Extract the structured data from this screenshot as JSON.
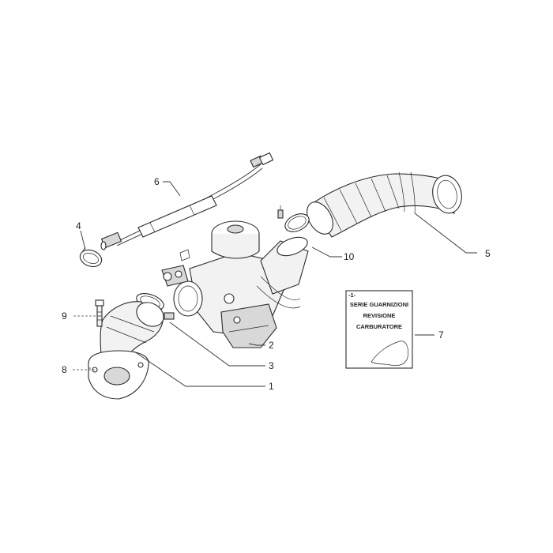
{
  "callouts": [
    {
      "id": "1",
      "label": "1"
    },
    {
      "id": "2",
      "label": "2"
    },
    {
      "id": "3",
      "label": "3"
    },
    {
      "id": "4",
      "label": "4"
    },
    {
      "id": "5",
      "label": "5"
    },
    {
      "id": "6",
      "label": "6"
    },
    {
      "id": "7",
      "label": "7"
    },
    {
      "id": "8",
      "label": "8"
    },
    {
      "id": "9",
      "label": "9"
    },
    {
      "id": "10",
      "label": "10"
    }
  ],
  "kit_card": {
    "line1": "SERIE GUARNIZIONI",
    "line2": "REVISIONE",
    "line3": "CARBURATORE"
  }
}
